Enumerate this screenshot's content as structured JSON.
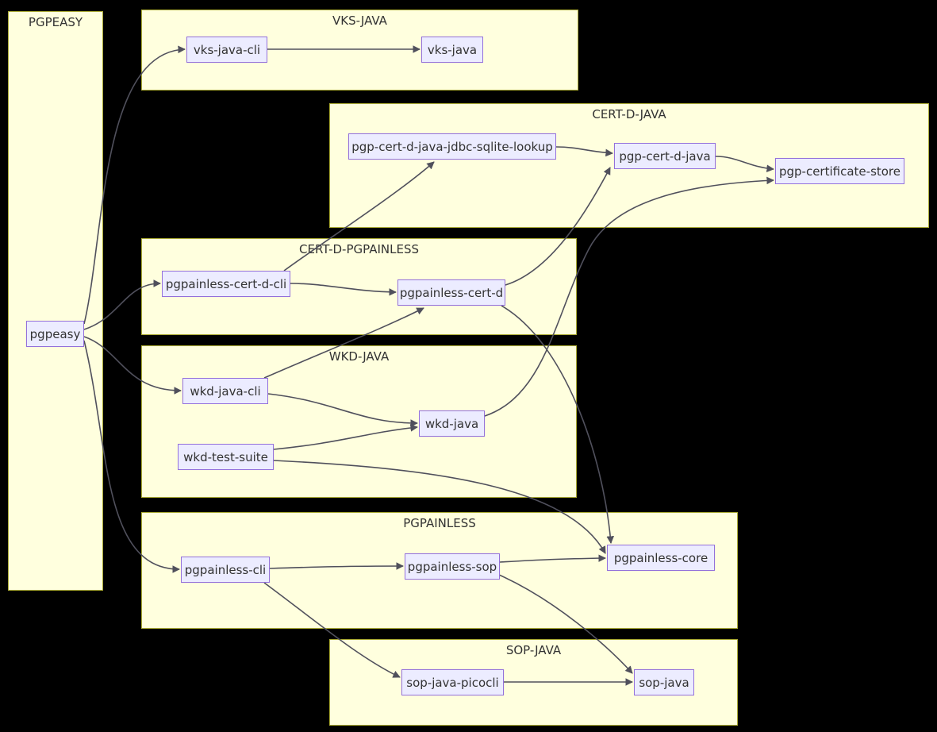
{
  "diagram": {
    "type": "dependency-flowchart",
    "groups": [
      {
        "id": "pgpeasy-group",
        "title": "PGPEASY",
        "nodes": [
          {
            "id": "pgpeasy",
            "label": "pgpeasy"
          }
        ]
      },
      {
        "id": "vks-java-group",
        "title": "VKS-JAVA",
        "nodes": [
          {
            "id": "vks-java-cli",
            "label": "vks-java-cli"
          },
          {
            "id": "vks-java",
            "label": "vks-java"
          }
        ]
      },
      {
        "id": "cert-d-java-group",
        "title": "CERT-D-JAVA",
        "nodes": [
          {
            "id": "pgp-cert-d-java-jdbc-sqlite-lookup",
            "label": "pgp-cert-d-java-jdbc-sqlite-lookup"
          },
          {
            "id": "pgp-cert-d-java",
            "label": "pgp-cert-d-java"
          },
          {
            "id": "pgp-certificate-store",
            "label": "pgp-certificate-store"
          }
        ]
      },
      {
        "id": "cert-d-pgpainless-group",
        "title": "CERT-D-PGPAINLESS",
        "nodes": [
          {
            "id": "pgpainless-cert-d-cli",
            "label": "pgpainless-cert-d-cli"
          },
          {
            "id": "pgpainless-cert-d",
            "label": "pgpainless-cert-d"
          }
        ]
      },
      {
        "id": "wkd-java-group",
        "title": "WKD-JAVA",
        "nodes": [
          {
            "id": "wkd-java-cli",
            "label": "wkd-java-cli"
          },
          {
            "id": "wkd-java",
            "label": "wkd-java"
          },
          {
            "id": "wkd-test-suite",
            "label": "wkd-test-suite"
          }
        ]
      },
      {
        "id": "pgpainless-group",
        "title": "PGPAINLESS",
        "nodes": [
          {
            "id": "pgpainless-cli",
            "label": "pgpainless-cli"
          },
          {
            "id": "pgpainless-sop",
            "label": "pgpainless-sop"
          },
          {
            "id": "pgpainless-core",
            "label": "pgpainless-core"
          }
        ]
      },
      {
        "id": "sop-java-group",
        "title": "SOP-JAVA",
        "nodes": [
          {
            "id": "sop-java-picocli",
            "label": "sop-java-picocli"
          },
          {
            "id": "sop-java",
            "label": "sop-java"
          }
        ]
      }
    ],
    "edges": [
      {
        "from": "pgpeasy",
        "to": "vks-java-cli"
      },
      {
        "from": "pgpeasy",
        "to": "pgpainless-cert-d-cli"
      },
      {
        "from": "pgpeasy",
        "to": "wkd-java-cli"
      },
      {
        "from": "pgpeasy",
        "to": "pgpainless-cli"
      },
      {
        "from": "vks-java-cli",
        "to": "vks-java"
      },
      {
        "from": "pgpainless-cert-d-cli",
        "to": "pgp-cert-d-java-jdbc-sqlite-lookup"
      },
      {
        "from": "pgpainless-cert-d-cli",
        "to": "pgpainless-cert-d"
      },
      {
        "from": "pgp-cert-d-java-jdbc-sqlite-lookup",
        "to": "pgp-cert-d-java"
      },
      {
        "from": "pgp-cert-d-java",
        "to": "pgp-certificate-store"
      },
      {
        "from": "pgpainless-cert-d",
        "to": "pgp-cert-d-java"
      },
      {
        "from": "pgpainless-cert-d",
        "to": "pgpainless-core"
      },
      {
        "from": "wkd-java-cli",
        "to": "wkd-java"
      },
      {
        "from": "wkd-java-cli",
        "to": "pgpainless-cert-d"
      },
      {
        "from": "wkd-java",
        "to": "pgp-certificate-store"
      },
      {
        "from": "wkd-test-suite",
        "to": "wkd-java"
      },
      {
        "from": "wkd-test-suite",
        "to": "pgpainless-core"
      },
      {
        "from": "pgpainless-cli",
        "to": "pgpainless-sop"
      },
      {
        "from": "pgpainless-cli",
        "to": "sop-java-picocli"
      },
      {
        "from": "pgpainless-sop",
        "to": "pgpainless-core"
      },
      {
        "from": "pgpainless-sop",
        "to": "sop-java"
      },
      {
        "from": "sop-java-picocli",
        "to": "sop-java"
      }
    ]
  },
  "colors": {
    "background": "#000000",
    "group_fill": "#ffffde",
    "group_border": "#aaaa33",
    "node_fill": "#ececff",
    "node_border": "#9370db",
    "text": "#333333",
    "edge": "#50505c"
  }
}
